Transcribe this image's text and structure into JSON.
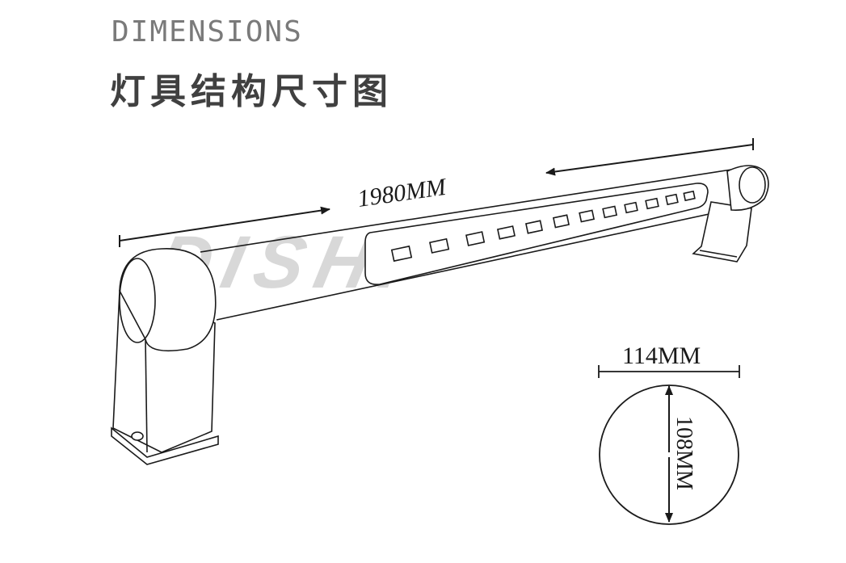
{
  "heading": {
    "english": "DIMENSIONS",
    "chinese": "灯具结构尺寸图"
  },
  "dimensions": {
    "length": "1980MM",
    "width": "114MM",
    "height": "108MM"
  },
  "watermark": "DISHI",
  "colors": {
    "line": "#1a1a1a",
    "heading_english": "#7a7a7a",
    "heading_chinese": "#404040",
    "watermark": "#d8d8d8"
  }
}
